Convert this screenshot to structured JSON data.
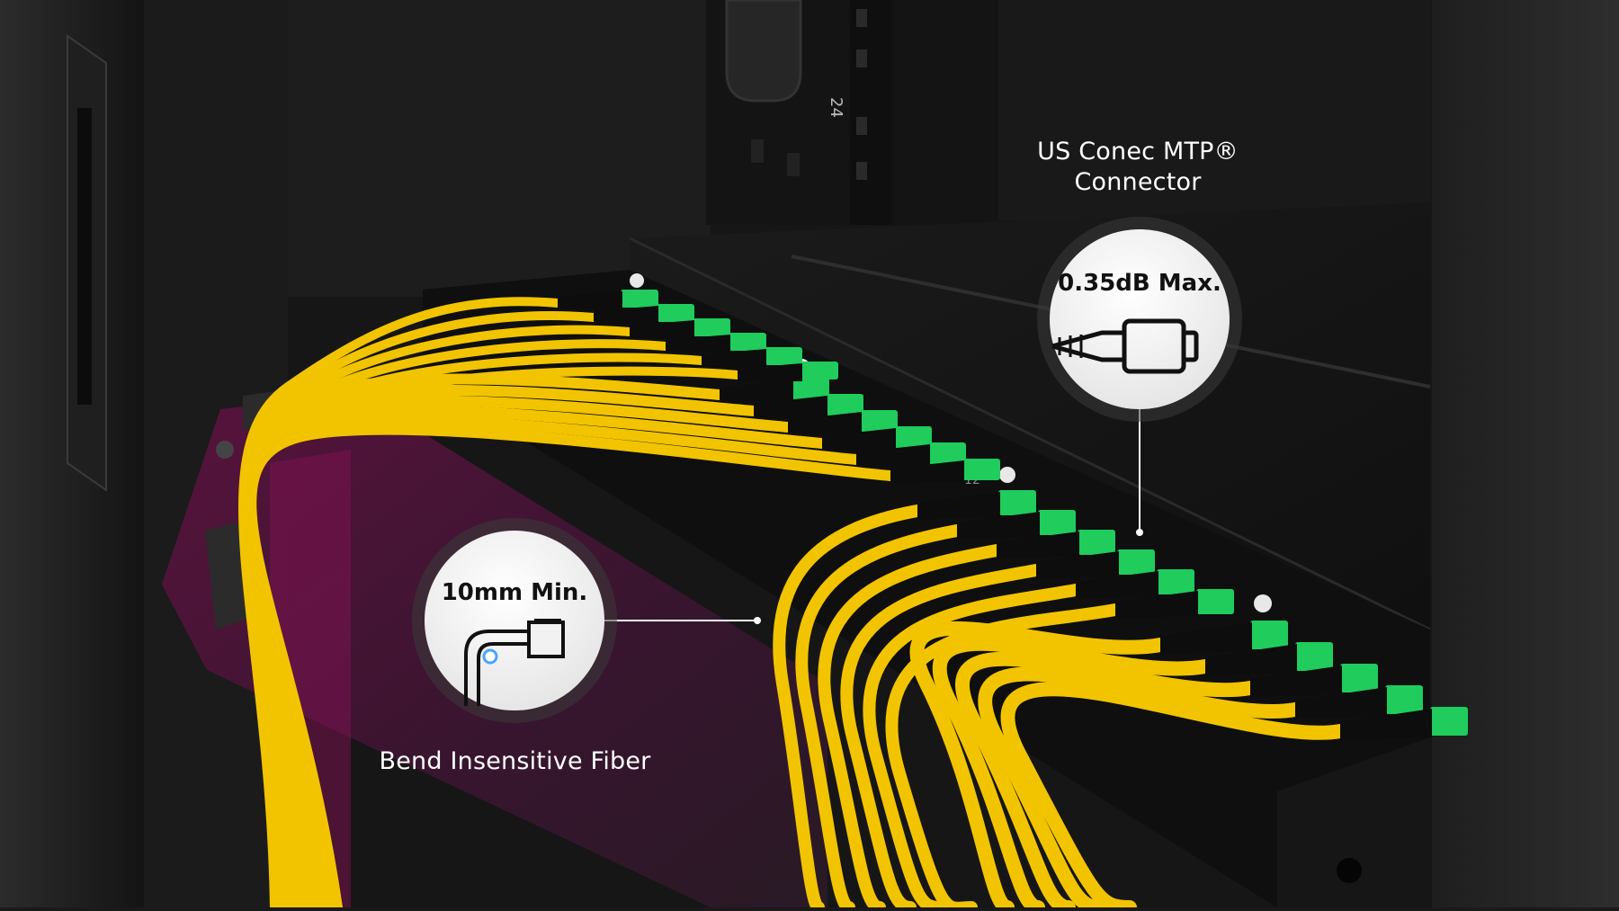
{
  "callouts": {
    "connector_title_line1": "US Conec MTP®",
    "connector_title_line2": "Connector",
    "loss_badge": "0.35dB Max.",
    "bend_badge": "10mm Min.",
    "fiber_title": "Bend Insensitive Fiber"
  },
  "rack_labels": {
    "rack_unit": "24",
    "port_count": "12"
  },
  "colors": {
    "cable": "#f2c400",
    "connector_green": "#1fcc5c",
    "rack_black": "#121212",
    "guard_magenta": "#6b1446",
    "badge_white": "#f6f6f6"
  },
  "icons": {
    "loss": "mtp-connector-icon",
    "bend": "bend-radius-icon"
  }
}
